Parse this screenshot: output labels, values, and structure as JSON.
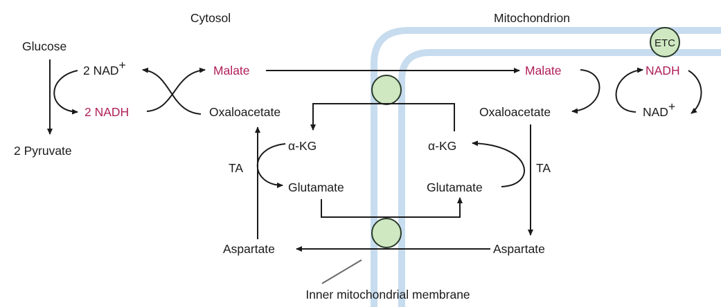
{
  "compartments": {
    "cytosol": "Cytosol",
    "mitochondrion": "Mitochondrion"
  },
  "membrane_label": "Inner mitochondrial membrane",
  "etc_label": "ETC",
  "glycolysis": {
    "glucose": "Glucose",
    "pyruvate": "2 Pyruvate",
    "nad": "2 NAD",
    "nad_sup": "+",
    "nadh": "2 NADH"
  },
  "cytosol_side": {
    "malate": "Malate",
    "oxaloacetate": "Oxaloacetate",
    "alpha": "α",
    "kg": "-KG",
    "glutamate": "Glutamate",
    "aspartate": "Aspartate",
    "ta": "TA"
  },
  "mito_side": {
    "malate": "Malate",
    "nadh": "NADH",
    "nad": "NAD",
    "nad_sup": "+",
    "oxaloacetate": "Oxaloacetate",
    "alpha": "α",
    "kg": "-KG",
    "glutamate": "Glutamate",
    "aspartate": "Aspartate",
    "ta": "TA"
  },
  "colors": {
    "metabolite_highlight": "#b0205a",
    "membrane": "#c7dcee",
    "transporter_fill": "#cfe8c2",
    "transporter_stroke": "#2a3a2a",
    "line": "#1a1a1a"
  }
}
